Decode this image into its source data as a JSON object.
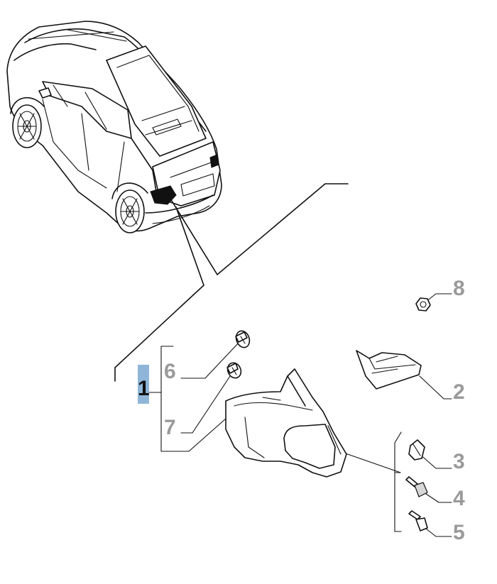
{
  "diagram": {
    "callouts": [
      {
        "id": "1",
        "text": "1",
        "highlighted": true
      },
      {
        "id": "2",
        "text": "2"
      },
      {
        "id": "3",
        "text": "3"
      },
      {
        "id": "4",
        "text": "4"
      },
      {
        "id": "5",
        "text": "5"
      },
      {
        "id": "6",
        "text": "6"
      },
      {
        "id": "7",
        "text": "7"
      },
      {
        "id": "8",
        "text": "8"
      }
    ],
    "colors": {
      "highlight": "#8fb6d8",
      "callout_text": "#9a9a9a",
      "line": "#111111"
    }
  }
}
